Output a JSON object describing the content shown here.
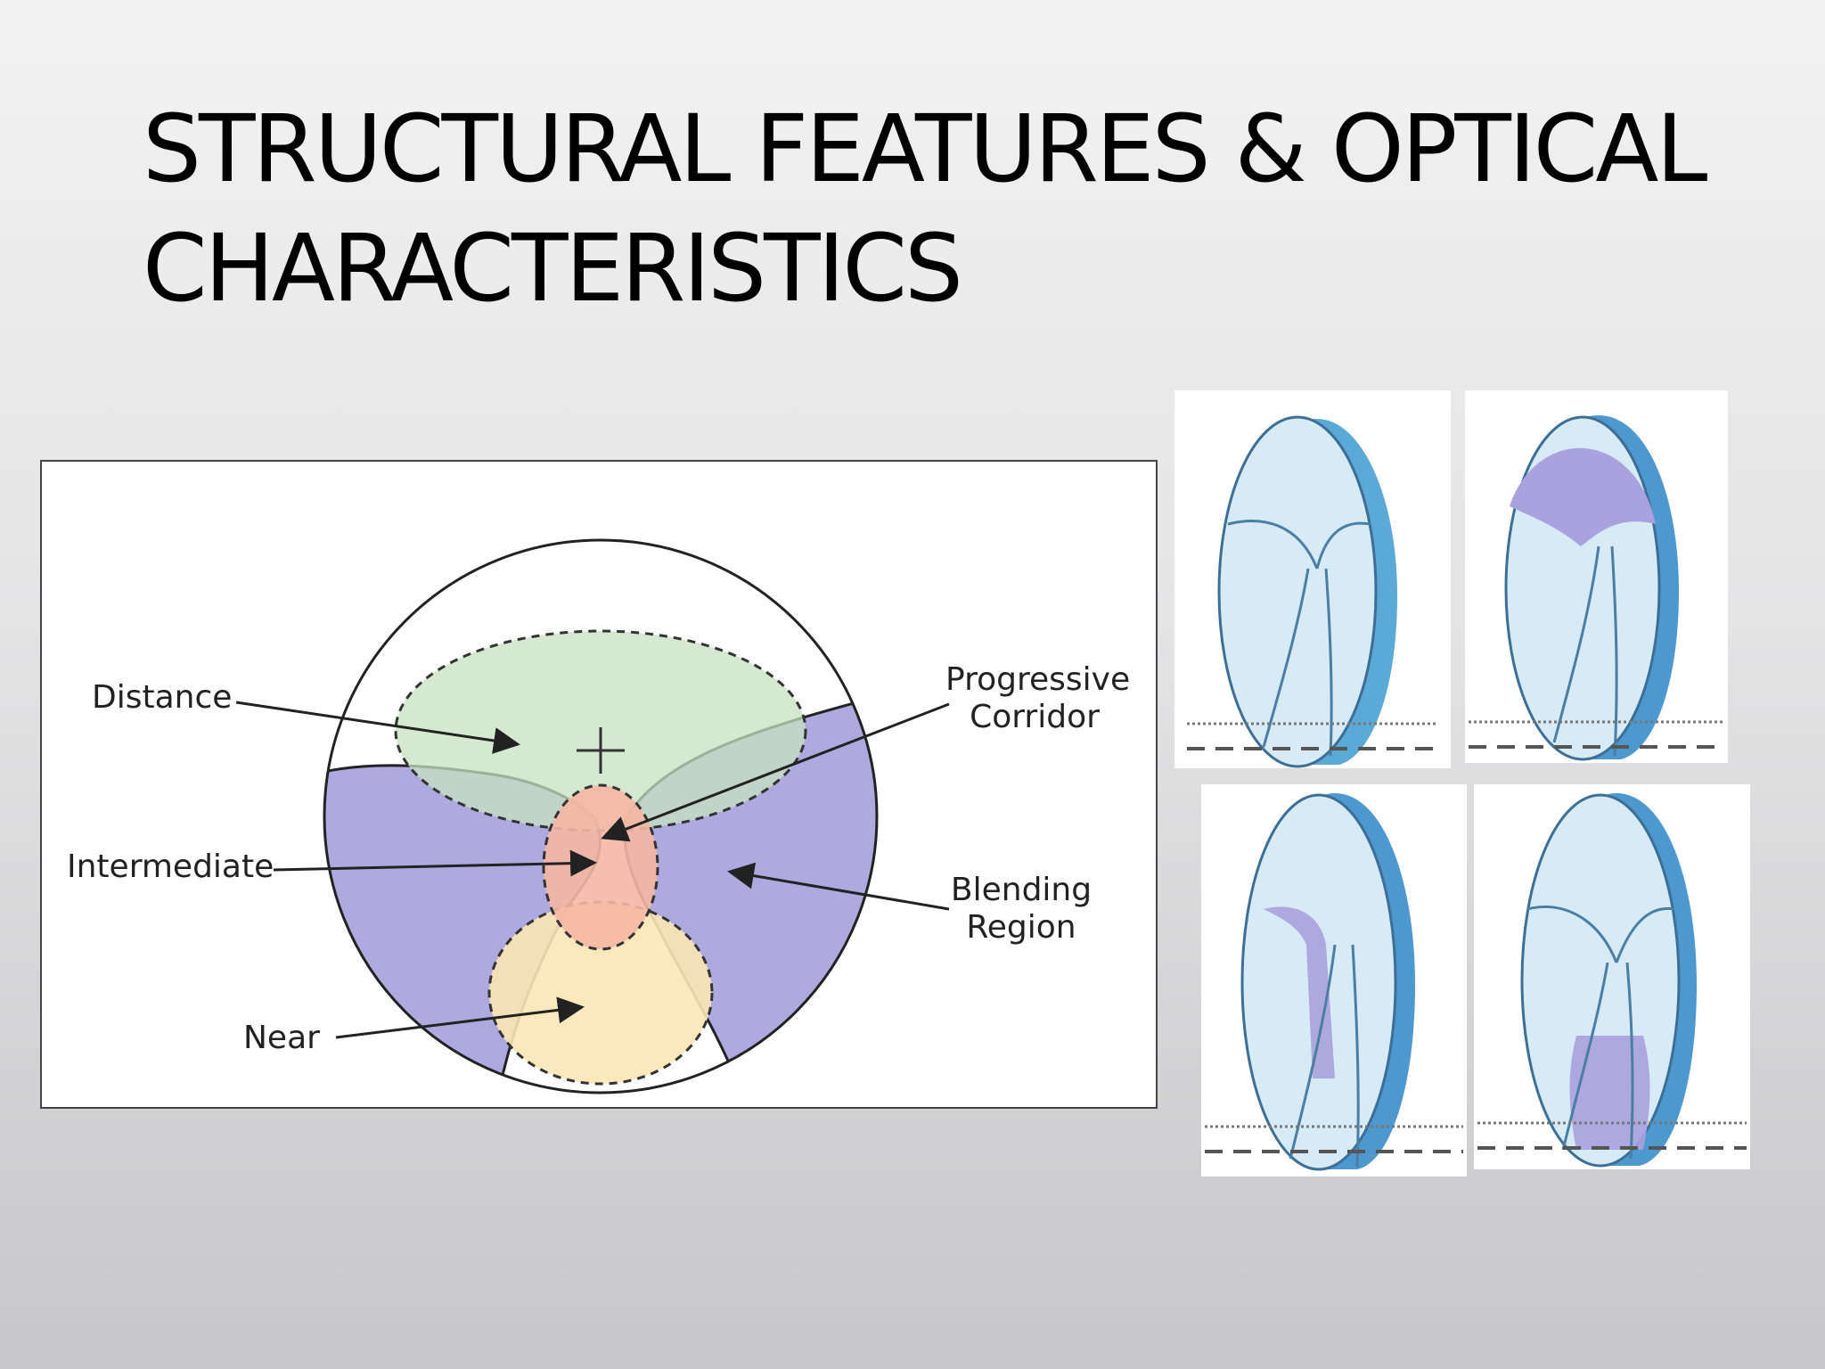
{
  "slide": {
    "title_line1": "STRUCTURAL FEATURES & OPTICAL",
    "title_line2": "CHARACTERISTICS"
  },
  "diagram": {
    "labels": {
      "distance": "Distance",
      "intermediate": "Intermediate",
      "near": "Near",
      "progressive_line1": "Progressive",
      "progressive_line2": "Corridor",
      "blending_line1": "Blending",
      "blending_line2": "Region"
    },
    "colors": {
      "distance": "#c5e2bf",
      "blending": "#aeaae0",
      "intermediate": "#f5b7a3",
      "near": "#fbe6b5",
      "outline": "#222222"
    }
  },
  "lens_images": [
    {
      "name": "lens-plain",
      "highlight": "none"
    },
    {
      "name": "lens-distance-highlight",
      "highlight": "distance"
    },
    {
      "name": "lens-corridor-highlight",
      "highlight": "corridor"
    },
    {
      "name": "lens-near-highlight",
      "highlight": "near"
    }
  ]
}
